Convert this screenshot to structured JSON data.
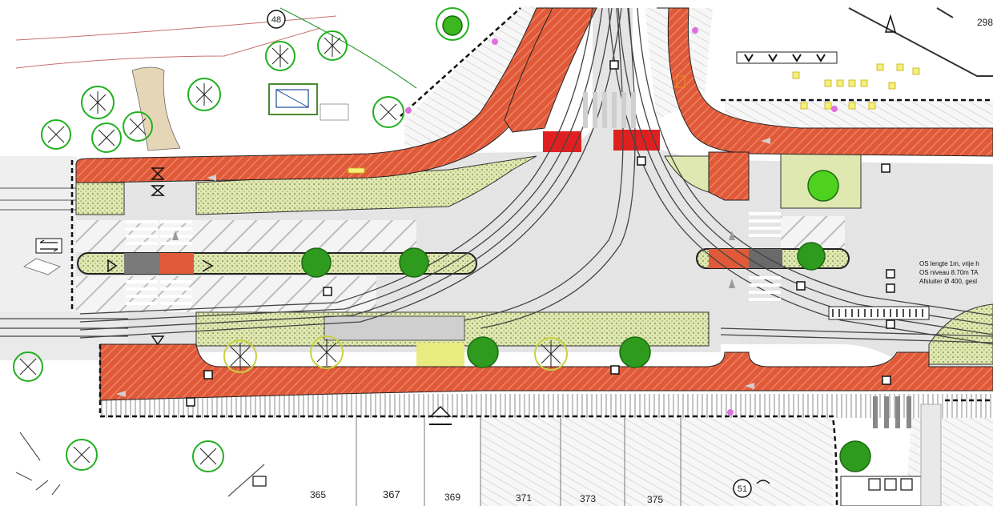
{
  "map": {
    "colors": {
      "cycle_lane": "#e05a3a",
      "cycle_hatch": "#f08a6a",
      "pavement": "#ececec",
      "carriageway": "#e2e2e2",
      "green_strip": "#dfe8b0",
      "conflict_red": "#e02020",
      "tree": "#2e9a1e",
      "tree_outline": "#22b020",
      "line_dark": "#222222",
      "property": "#f2f2f2"
    },
    "station_badges": [
      "48",
      "51"
    ],
    "top_right_number": "298",
    "stops": [
      "365",
      "367",
      "369",
      "371",
      "373",
      "375"
    ],
    "note_lines": [
      "OS lengte 1m, vrije h",
      "OS niveau 8.70m TA",
      "Afsluiter Ø 400, gesl"
    ]
  }
}
